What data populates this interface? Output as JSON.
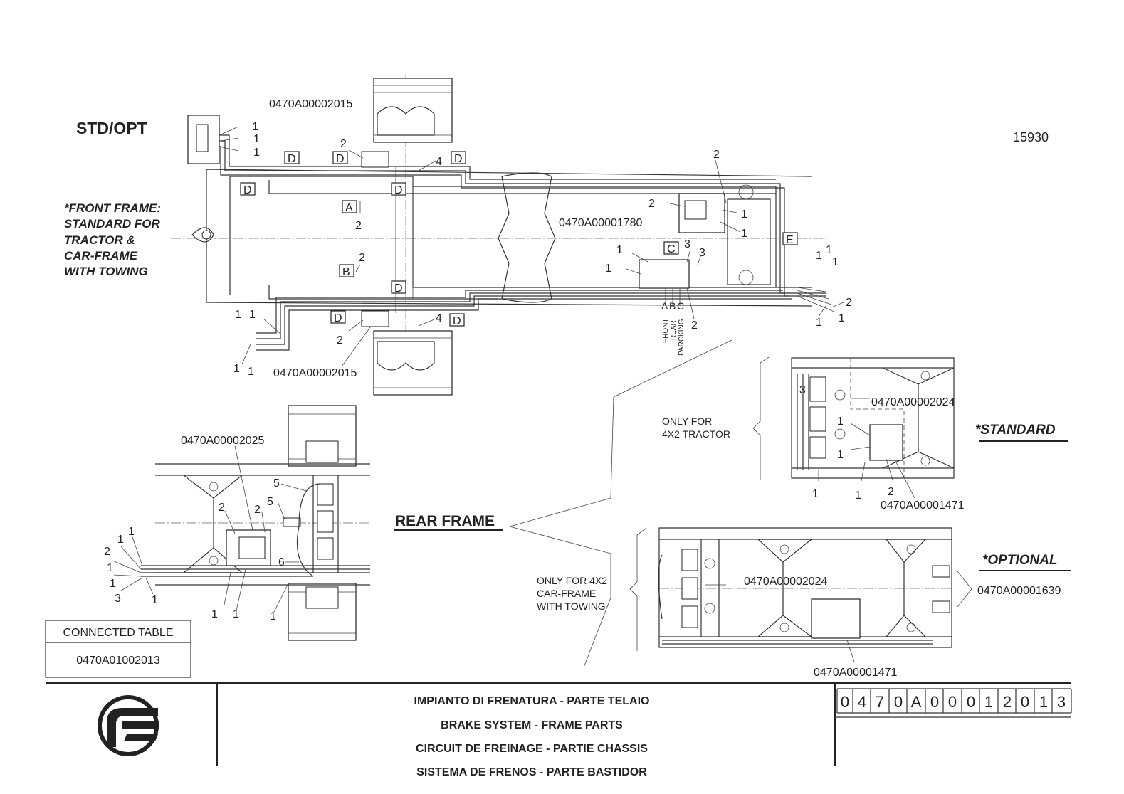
{
  "header": {
    "variant_label": "STD/OPT",
    "sheet_ref": "15930"
  },
  "front_frame": {
    "note_lines": [
      "*FRONT FRAME:",
      "STANDARD FOR",
      "TRACTOR &",
      "CAR-FRAME",
      "WITH TOWING"
    ],
    "part_numbers": {
      "front_top": "0470A00002015",
      "front_bottom": "0470A00002015",
      "valve_center": "0470A00001780"
    },
    "marker_letters": [
      "D",
      "A",
      "B",
      "C",
      "E"
    ],
    "port_labels": [
      "A",
      "B",
      "C"
    ],
    "port_captions": [
      "FRONT",
      "REAR",
      "PARCKING"
    ]
  },
  "rear_frame": {
    "title": "REAR FRAME",
    "center_detail": {
      "part_number": "0470A00002025"
    },
    "standard": {
      "title": "*STANDARD",
      "note_lines": [
        "ONLY FOR",
        "4X2 TRACTOR"
      ],
      "part_number_top": "0470A00002024",
      "part_number_bottom": "0470A00001471"
    },
    "optional": {
      "title": "*OPTIONAL",
      "note_lines": [
        "ONLY FOR 4X2",
        "CAR-FRAME",
        "WITH TOWING"
      ],
      "part_number_top": "0470A00002024",
      "part_number_right": "0470A00001639",
      "part_number_bottom": "0470A00001471"
    }
  },
  "connected_table": {
    "header": "CONNECTED TABLE",
    "value": "0470A01002013"
  },
  "title_block": {
    "titles": [
      "IMPIANTO DI FRENATURA - PARTE TELAIO",
      "BRAKE SYSTEM - FRAME PARTS",
      "CIRCUIT DE FREINAGE - PARTIE CHASSIS",
      "SISTEMA DE FRENOS - PARTE BASTIDOR"
    ],
    "drawing_number_chars": [
      "0",
      "4",
      "7",
      "0",
      "A",
      "0",
      "0",
      "0",
      "1",
      "2",
      "0",
      "1",
      "3"
    ],
    "logo": "brand-logo"
  }
}
